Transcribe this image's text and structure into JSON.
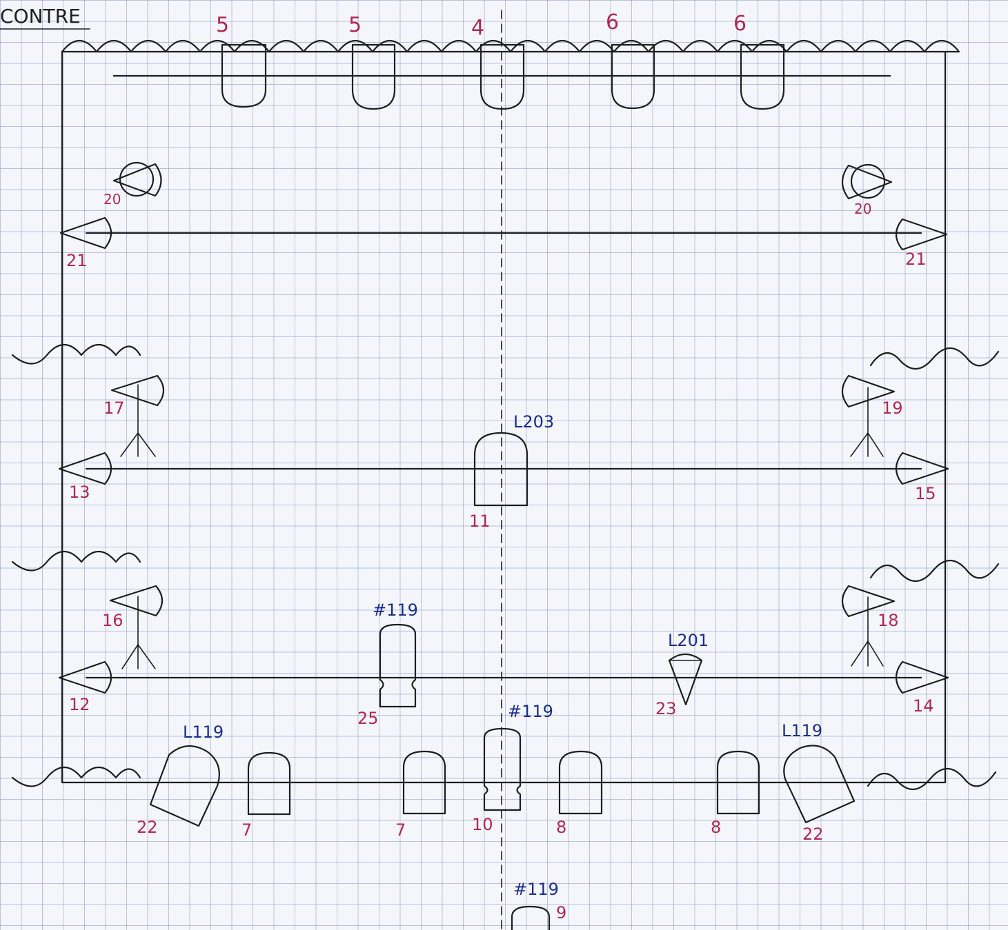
{
  "title": "CONTRE",
  "tags": {
    "l203": "L203",
    "h119_mid": "#119",
    "h119_centre": "#119",
    "h119_bottom": "#119",
    "l201": "L201",
    "l119_left": "L119",
    "l119_right": "L119"
  },
  "fixture_numbers": {
    "top_5a": "5",
    "top_5b": "5",
    "top_4": "4",
    "top_6a": "6",
    "top_6b": "6",
    "n20_left": "20",
    "n20_right": "20",
    "n21_left": "21",
    "n21_right": "21",
    "n17": "17",
    "n19": "19",
    "n13": "13",
    "n15": "15",
    "n11": "11",
    "n16": "16",
    "n18": "18",
    "n12": "12",
    "n14": "14",
    "n25": "25",
    "n23": "23",
    "n22_left": "22",
    "n7a": "7",
    "n7b": "7",
    "n10": "10",
    "n8a": "8",
    "n8b": "8",
    "n22_right": "22",
    "n9": "9"
  },
  "colors": {
    "ink": "#1e1e1e",
    "number_red": "#b02850",
    "tag_blue": "#1a2f8a",
    "grid_blue": "#8a9ad0"
  }
}
